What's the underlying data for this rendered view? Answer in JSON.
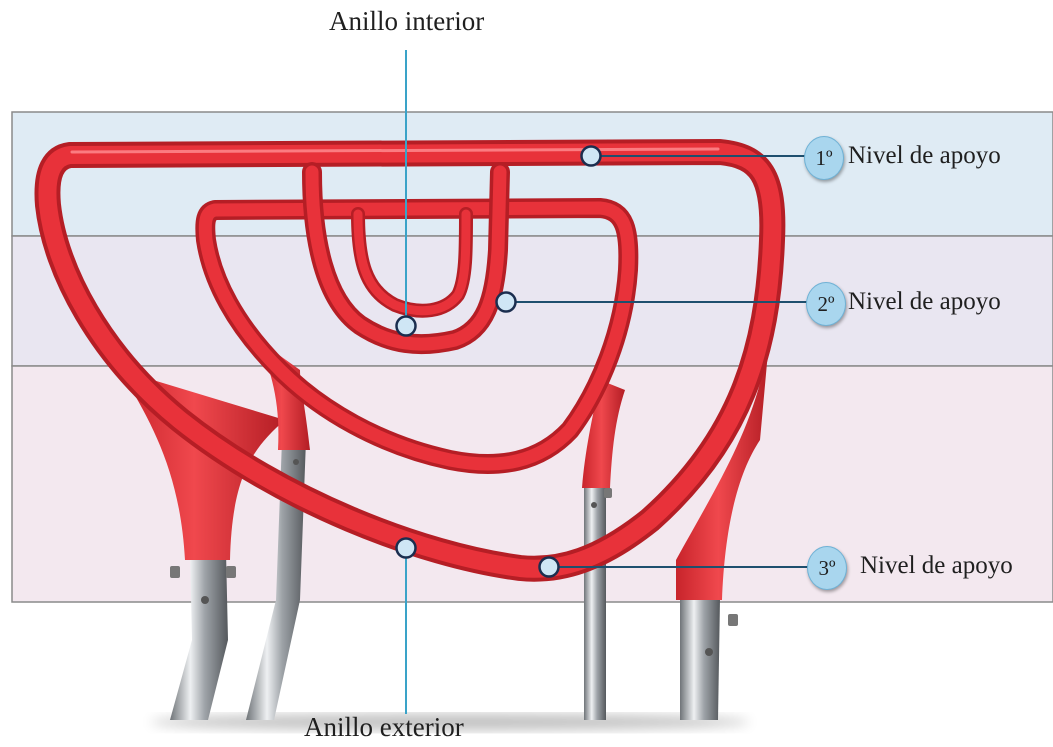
{
  "captions": {
    "inner_ring": "Anillo interior",
    "outer_ring": "Anillo exterior"
  },
  "levels": [
    {
      "number": "1º",
      "label": "Nivel de apoyo"
    },
    {
      "number": "2º",
      "label": "Nivel de apoyo"
    },
    {
      "number": "3º",
      "label": "Nivel de apoyo"
    }
  ],
  "colors": {
    "band_1": "#dfebf4",
    "band_2": "#e9e6f1",
    "band_3": "#f3e8ef",
    "band_border": "#8a8a8a",
    "tube_red": "#e8323a",
    "tube_dark": "#b51e25",
    "leader_outer": "#1e4f6e",
    "leader_vertical": "#3aa3c8",
    "marker_fill": "#cfe6f5",
    "marker_stroke": "#1b2e4f",
    "steel": "#b8bcc0"
  }
}
